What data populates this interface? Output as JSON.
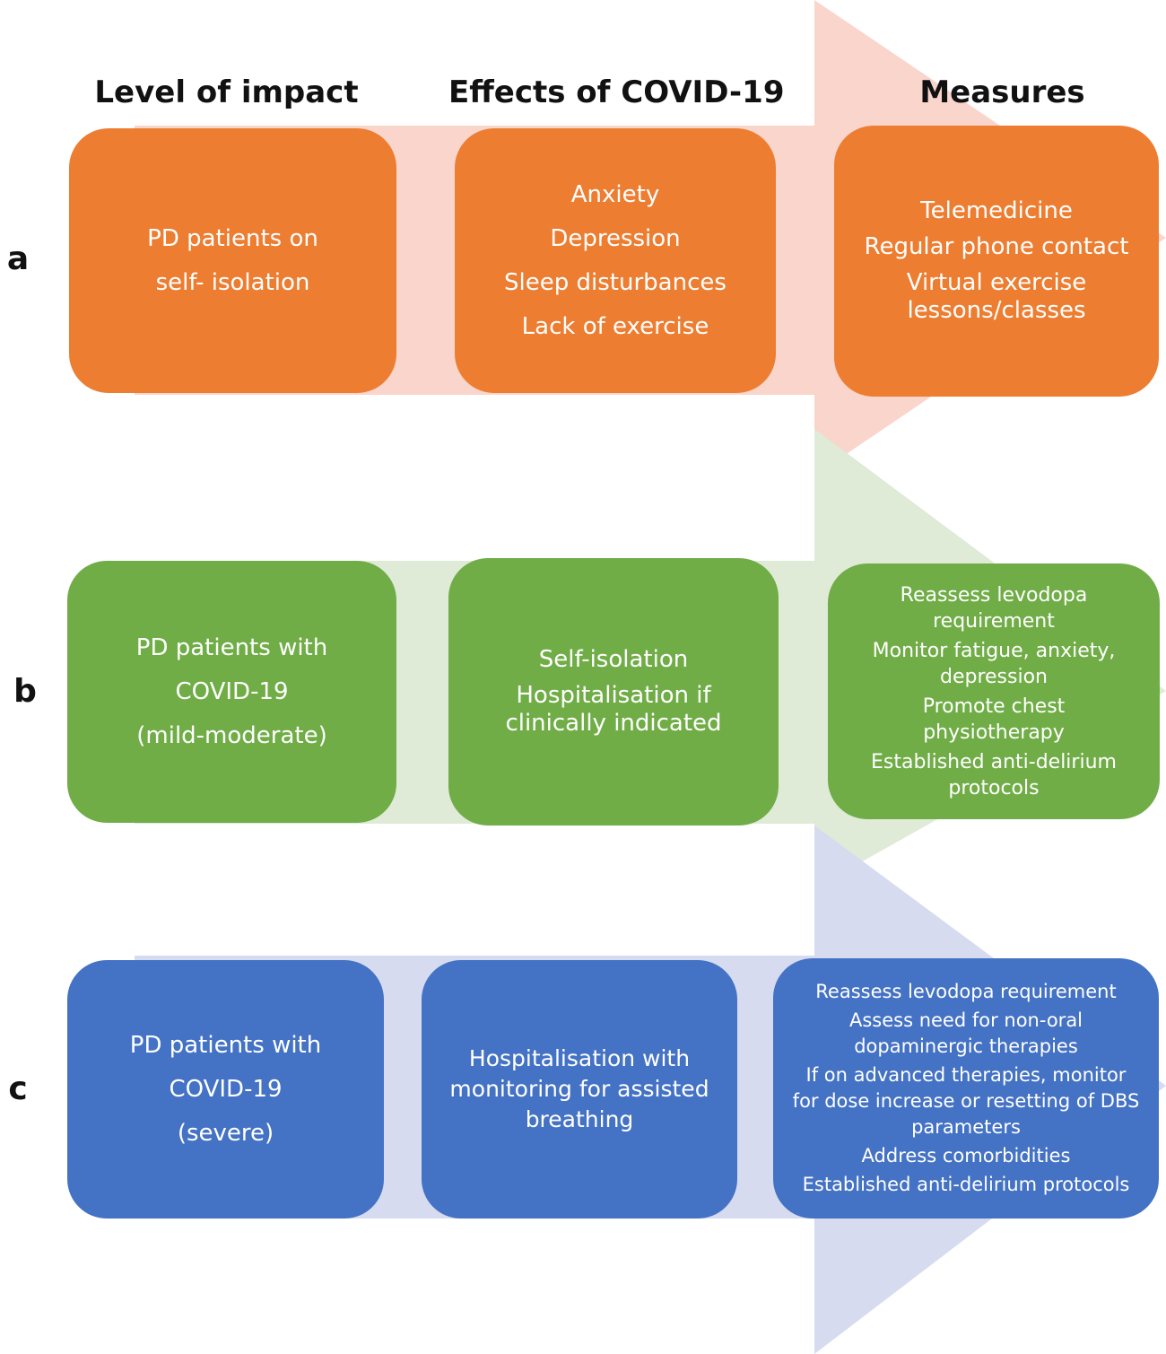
{
  "headers": {
    "level": "Level of impact",
    "effects": "Effects of COVID-19",
    "measures": "Measures"
  },
  "colors": {
    "row_a_box": "#ed7d31",
    "row_a_arrow": "#f9d5cb",
    "row_b_box": "#70ad47",
    "row_b_arrow": "#dfead7",
    "row_c_box": "#4472c4",
    "row_c_arrow": "#d6dbf0"
  },
  "rows": [
    {
      "label": "a",
      "level": [
        "PD patients on",
        "self- isolation"
      ],
      "effects": [
        "Anxiety",
        "Depression",
        "Sleep disturbances",
        "Lack of exercise"
      ],
      "measures": [
        "Telemedicine",
        "Regular phone contact",
        "Virtual exercise lessons/classes"
      ]
    },
    {
      "label": "b",
      "level": [
        "PD patients with",
        "COVID-19",
        "(mild-moderate)"
      ],
      "effects": [
        "Self-isolation",
        "Hospitalisation if clinically indicated"
      ],
      "measures": [
        "Reassess levodopa requirement",
        "Monitor fatigue, anxiety, depression",
        "Promote chest physiotherapy",
        "Established anti-delirium protocols"
      ]
    },
    {
      "label": "c",
      "level": [
        "PD patients with",
        "COVID-19",
        "(severe)"
      ],
      "effects": [
        "Hospitalisation with monitoring for assisted breathing"
      ],
      "measures": [
        "Reassess levodopa requirement",
        "Assess need for non-oral dopaminergic therapies",
        "If on advanced therapies, monitor for dose increase or resetting of DBS parameters",
        "Address comorbidities",
        "Established anti-delirium protocols"
      ]
    }
  ]
}
